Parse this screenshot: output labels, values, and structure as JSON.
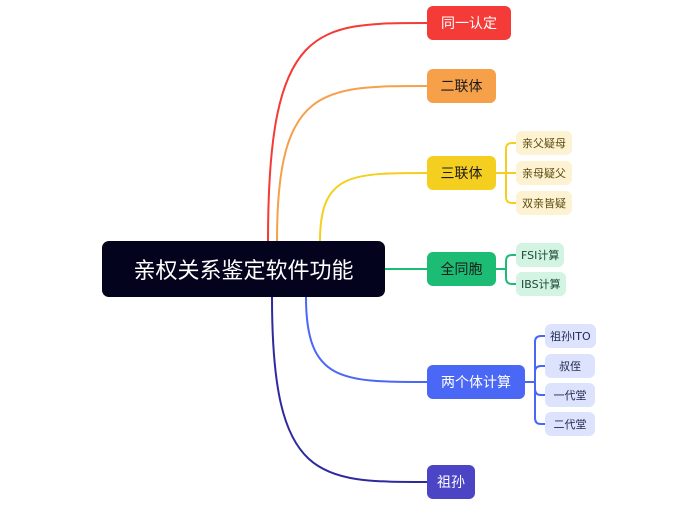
{
  "root": {
    "label": "亲权关系鉴定软件功能",
    "color": "#03031e"
  },
  "branches": [
    {
      "label": "同一认定",
      "color": "#f43b37",
      "text_color": "#ffffff",
      "children": []
    },
    {
      "label": "二联体",
      "color": "#f6a04a",
      "text_color": "#1a1a1a",
      "children": []
    },
    {
      "label": "三联体",
      "color": "#f5cf1f",
      "text_color": "#1a1a1a",
      "leaf_bg": "#fdf3d2",
      "leaf_text": "#5a4a10",
      "children": [
        {
          "label": "亲父疑母"
        },
        {
          "label": "亲母疑父"
        },
        {
          "label": "双亲皆疑"
        }
      ]
    },
    {
      "label": "全同胞",
      "color": "#1cbc74",
      "text_color": "#1a1a1a",
      "leaf_bg": "#d3f3e3",
      "leaf_text": "#1a4a33",
      "children": [
        {
          "label": "FSI计算"
        },
        {
          "label": "IBS计算"
        }
      ]
    },
    {
      "label": "两个体计算",
      "color": "#4a67f6",
      "text_color": "#ffffff",
      "leaf_bg": "#dde3fd",
      "leaf_text": "#1f2550",
      "children": [
        {
          "label": "祖孙ITO"
        },
        {
          "label": "叔侄"
        },
        {
          "label": "一代堂"
        },
        {
          "label": "二代堂"
        }
      ]
    },
    {
      "label": "祖孙",
      "color": "#4b44c4",
      "text_color": "#ffffff",
      "edge_color": "#2e2a9e",
      "children": []
    }
  ]
}
